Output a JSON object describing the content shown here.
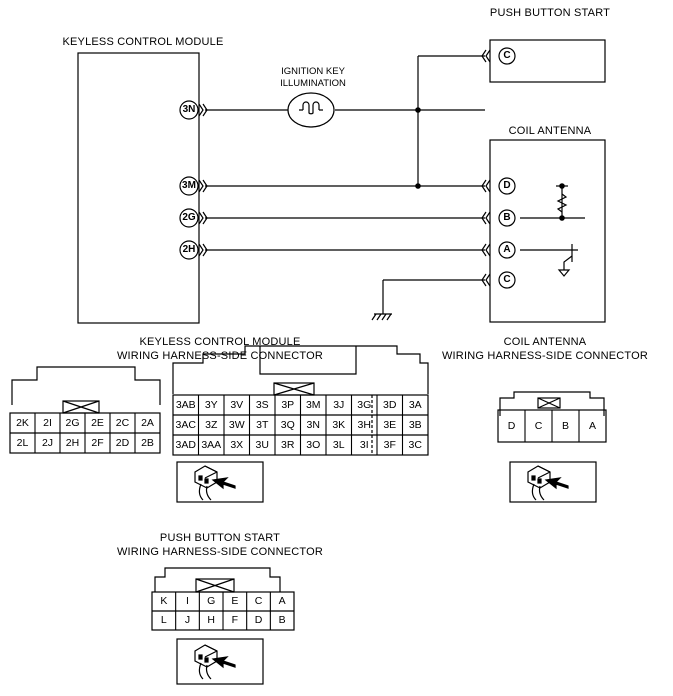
{
  "modules": {
    "kcm": "KEYLESS CONTROL MODULE",
    "pbs": "PUSH BUTTON START",
    "coil": "COIL ANTENNA",
    "illum": [
      "IGNITION KEY",
      "ILLUMINATION"
    ]
  },
  "terminals": {
    "kcm": [
      "3N",
      "3M",
      "2G",
      "2H"
    ],
    "pbs": [
      "C"
    ],
    "coil": [
      "D",
      "B",
      "A",
      "C"
    ]
  },
  "connectors": {
    "kcm_title": [
      "KEYLESS CONTROL MODULE",
      "WIRING HARNESS-SIDE CONNECTOR"
    ],
    "coil_title": [
      "COIL ANTENNA",
      "WIRING HARNESS-SIDE CONNECTOR"
    ],
    "pbs_title": [
      "PUSH BUTTON START",
      "WIRING HARNESS-SIDE CONNECTOR"
    ],
    "kcm_left": [
      [
        "2K",
        "2I",
        "2G",
        "2E",
        "2C",
        "2A"
      ],
      [
        "2L",
        "2J",
        "2H",
        "2F",
        "2D",
        "2B"
      ]
    ],
    "kcm_right": [
      [
        "3AB",
        "3Y",
        "3V",
        "3S",
        "3P",
        "3M",
        "3J",
        "3G",
        "3D",
        "3A"
      ],
      [
        "3AC",
        "3Z",
        "3W",
        "3T",
        "3Q",
        "3N",
        "3K",
        "3H",
        "3E",
        "3B"
      ],
      [
        "3AD",
        "3AA",
        "3X",
        "3U",
        "3R",
        "3O",
        "3L",
        "3I",
        "3F",
        "3C"
      ]
    ],
    "coil": [
      "D",
      "C",
      "B",
      "A"
    ],
    "pbs": [
      [
        "K",
        "I",
        "G",
        "E",
        "C",
        "A"
      ],
      [
        "L",
        "J",
        "H",
        "F",
        "D",
        "B"
      ]
    ]
  }
}
